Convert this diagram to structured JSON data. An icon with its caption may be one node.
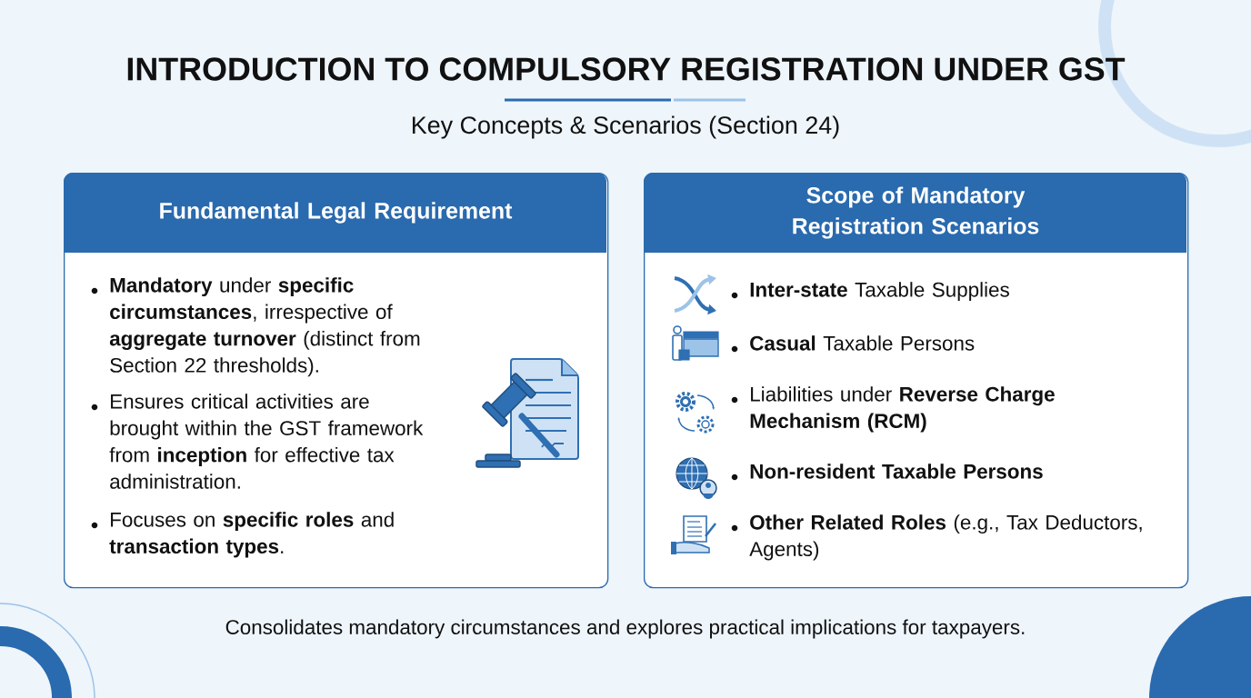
{
  "diagram": {
    "title": "INTRODUCTION TO COMPULSORY REGISTRATION UNDER GST",
    "labels": [
      "Key Concepts & Scenarios (Section 24)"
    ],
    "nodes": [
      {
        "text": [
          "Fundamental Legal Requirement",
          "**Mandatory** under **specific circumstances**, irrespective of **aggregate turnover** (distinct from Section 22 thresholds).",
          "Ensures critical activities are brought within the GST framework from **inception** for effective tax administration.",
          "Focuses on **specific roles** and **transaction types**."
        ]
      },
      {
        "text": [
          "Scope of Mandatory Registration Scenarios",
          "**Inter-state** Taxable Supplies",
          "**Casual** Taxable Persons",
          "Liabilities under **Reverse Charge Mechanism (RCM)**",
          "**Non-resident Taxable Persons**",
          "**Other Related Roles** (e.g., Tax Deductors, Agents)"
        ]
      }
    ],
    "caption": "Consolidates mandatory circumstances and explores practical implications for taxpayers."
  }
}
